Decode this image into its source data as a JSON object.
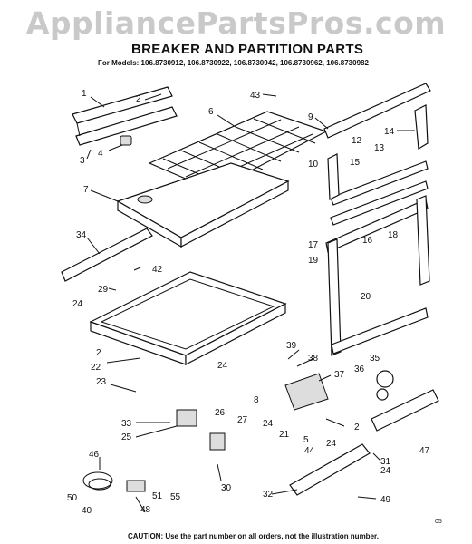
{
  "watermark": "AppliancePartsPros.com",
  "title": "BREAKER AND PARTITION PARTS",
  "models": "For Models: 106.8730912, 106.8730922, 106.8730942, 106.8730962, 106.8730982",
  "caution": "CAUTION: Use the part number on all orders, not the illustration number.",
  "diagram_code": "05",
  "callouts": [
    "1",
    "2",
    "3",
    "4",
    "43",
    "6",
    "9",
    "14",
    "12",
    "13",
    "15",
    "10",
    "7",
    "34",
    "17",
    "16",
    "18",
    "19",
    "42",
    "29",
    "24",
    "20",
    "2",
    "22",
    "39",
    "38",
    "35",
    "36",
    "24",
    "37",
    "23",
    "8",
    "24",
    "26",
    "27",
    "21",
    "2",
    "24",
    "25",
    "5",
    "44",
    "33",
    "47",
    "46",
    "31",
    "24",
    "50",
    "40",
    "48",
    "51",
    "55",
    "30",
    "32",
    "49"
  ]
}
